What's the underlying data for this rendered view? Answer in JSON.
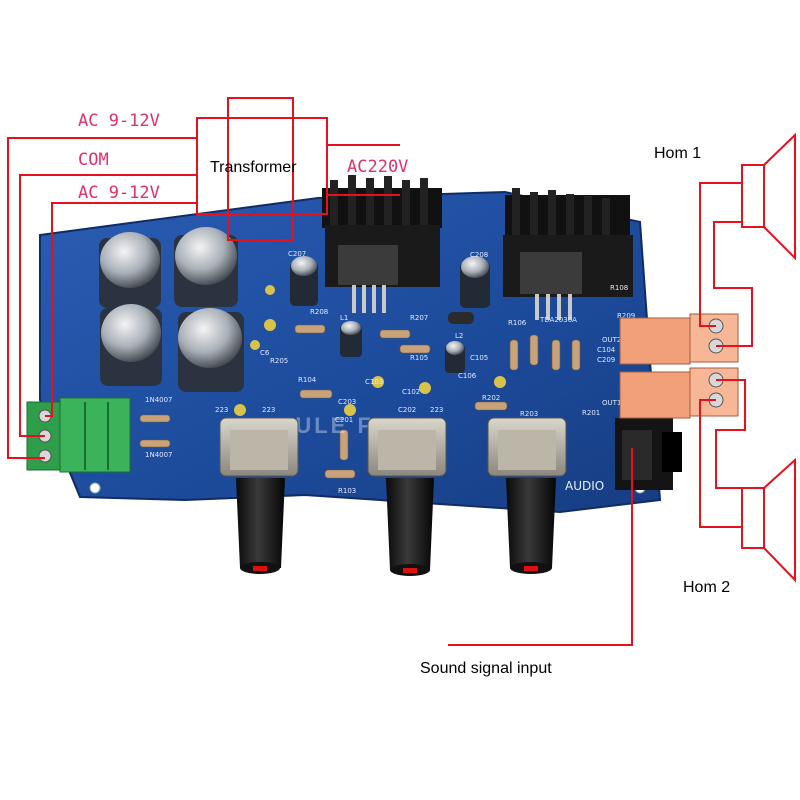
{
  "labels": {
    "ac_top": "AC 9-12V",
    "com": "COM",
    "ac_bottom": "AC 9-12V",
    "transformer": "Transformer",
    "ac220": "AC220V",
    "horn1": "Hom 1",
    "horn2": "Hom 2",
    "sound_input": "Sound signal input"
  },
  "board": {
    "audio_label": "AUDIO",
    "watermark": "MODULE FANS",
    "silkscreen": [
      "C207",
      "R208",
      "C208",
      "R207",
      "TDA2030A",
      "R106",
      "C104",
      "C105",
      "L2",
      "C106",
      "R105",
      "R205",
      "R104",
      "C103",
      "C102",
      "R202",
      "R201",
      "C203",
      "C202",
      "C201",
      "R103",
      "R203",
      "1N4007",
      "1N4007",
      "223",
      "223",
      "223",
      "C209",
      "OUT2",
      "OUT1",
      "R209",
      "R108",
      "L1",
      "C6"
    ]
  },
  "colors": {
    "wire": "#e8101c",
    "label_red": "#e0306a",
    "pcb": "#1c4a9a",
    "heatsink": "#1a1a1a",
    "terminal_green": "#2e9e4a",
    "terminal_orange": "#f2a07a"
  },
  "icons": [
    "speaker-icon",
    "capacitor-icon",
    "potentiometer-knob-icon",
    "heatsink-icon",
    "terminal-block-icon",
    "audio-jack-icon"
  ]
}
